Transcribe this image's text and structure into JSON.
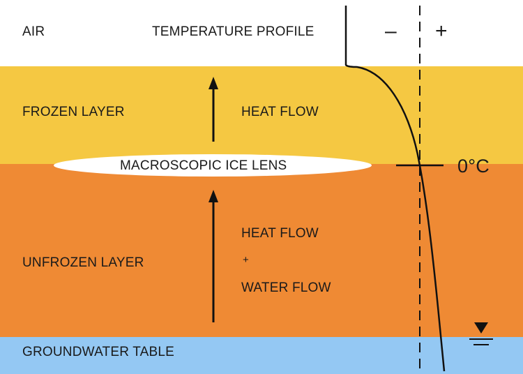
{
  "colors": {
    "air": "#ffffff",
    "frozen": "#f5c842",
    "unfrozen": "#ef8a34",
    "groundwater": "#94c8f3",
    "ice_lens": "#ffffff",
    "line": "#111111"
  },
  "layers": {
    "air": "AIR",
    "frozen": "FROZEN LAYER",
    "unfrozen": "UNFROZEN LAYER",
    "groundwater": "GROUNDWATER TABLE"
  },
  "profile": {
    "title": "TEMPERATURE PROFILE",
    "minus": "–",
    "plus": "+",
    "freezing_point": "0°C"
  },
  "ice_lens": {
    "label": "MACROSCOPIC ICE LENS"
  },
  "flows": {
    "upper": "HEAT FLOW",
    "lower_line1": "HEAT FLOW",
    "lower_plus": "+",
    "lower_line2": "WATER FLOW"
  },
  "icons": {
    "water_table": "water-table-triangle-icon"
  }
}
